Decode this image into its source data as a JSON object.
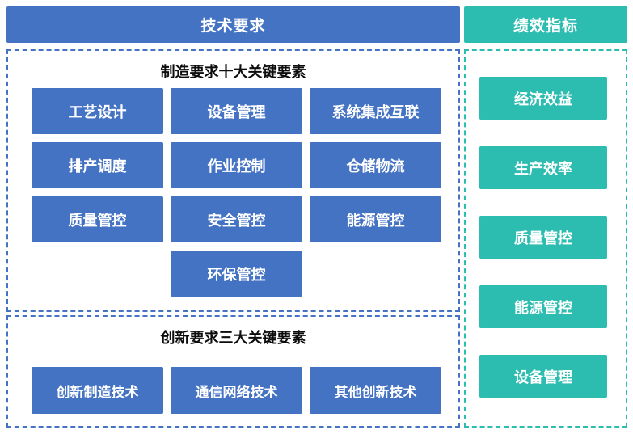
{
  "diagram": {
    "colors": {
      "primary_blue": "#4573c4",
      "primary_teal": "#2dbdb0",
      "tile_text": "#ffffff",
      "title_text": "#0d0d0d",
      "background": "#ffffff"
    }
  },
  "technical": {
    "banner_label": "技术要求",
    "manufacturing": {
      "title": "制造要求十大关键要素",
      "elements": [
        {
          "label": "工艺设计"
        },
        {
          "label": "设备管理"
        },
        {
          "label": "系统集成互联"
        },
        {
          "label": "排产调度"
        },
        {
          "label": "作业控制"
        },
        {
          "label": "仓储物流"
        },
        {
          "label": "质量管控"
        },
        {
          "label": "安全管控"
        },
        {
          "label": "能源管控"
        },
        {
          "label": "环保管控"
        }
      ]
    },
    "innovation": {
      "title": "创新要求三大关键要素",
      "elements": [
        {
          "label": "创新制造技术"
        },
        {
          "label": "通信网络技术"
        },
        {
          "label": "其他创新技术"
        }
      ]
    }
  },
  "performance": {
    "banner_label": "绩效指标",
    "indicators": [
      {
        "label": "经济效益"
      },
      {
        "label": "生产效率"
      },
      {
        "label": "质量管控"
      },
      {
        "label": "能源管控"
      },
      {
        "label": "设备管理"
      }
    ]
  }
}
